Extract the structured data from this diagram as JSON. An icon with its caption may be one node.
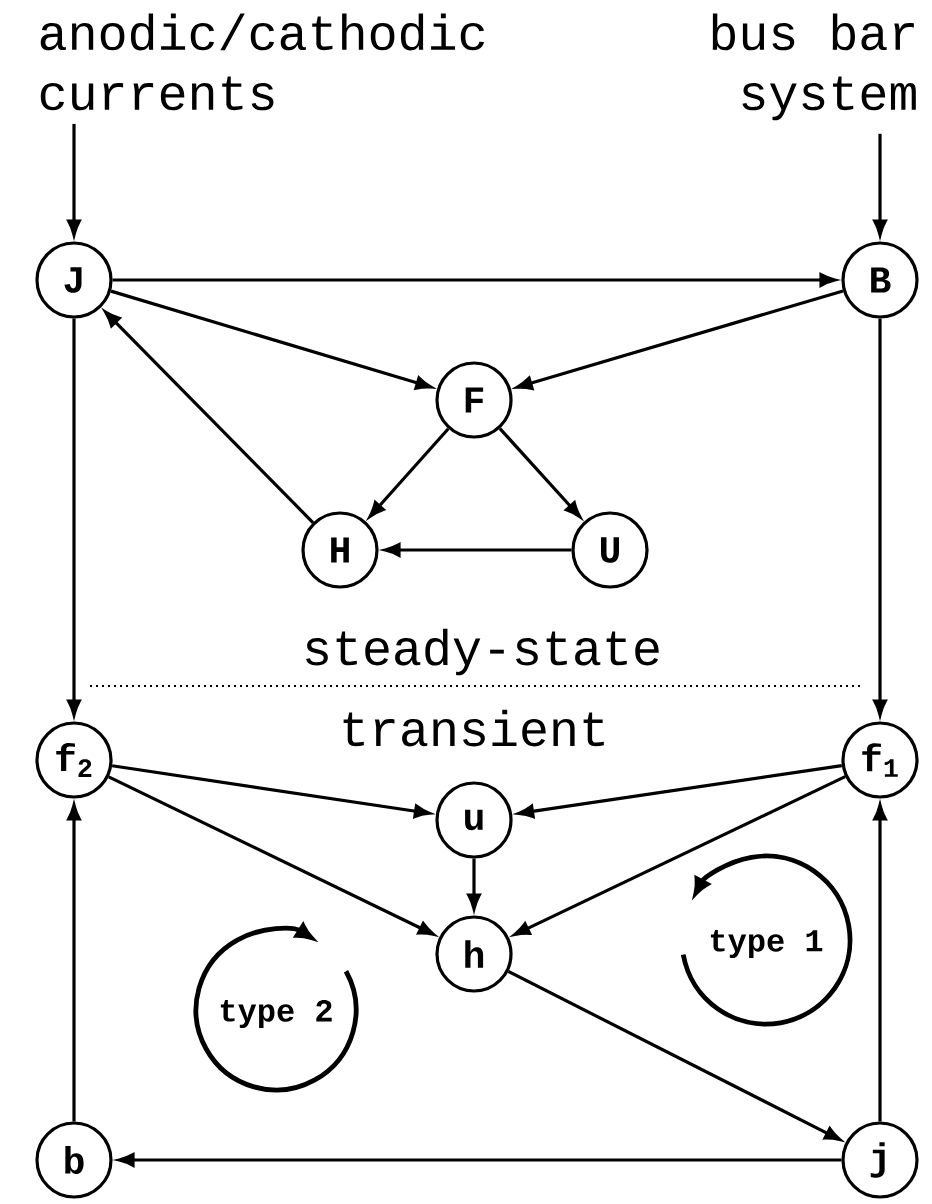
{
  "diagram": {
    "nodes": [
      {
        "text": [
          "anodic/cathodic currents"
        ]
      },
      {
        "text": [
          "bus bar system"
        ]
      },
      {
        "text": [
          "J"
        ]
      },
      {
        "text": [
          "B"
        ]
      },
      {
        "text": [
          "F"
        ]
      },
      {
        "text": [
          "H"
        ]
      },
      {
        "text": [
          "U"
        ]
      },
      {
        "text": [
          "f$_{2}$"
        ]
      },
      {
        "text": [
          "f$_{1}$"
        ]
      },
      {
        "text": [
          "u"
        ]
      },
      {
        "text": [
          "h"
        ]
      },
      {
        "text": [
          "b"
        ]
      },
      {
        "text": [
          "j"
        ]
      }
    ],
    "edges": [
      {
        "from": 0,
        "to": 2,
        "arrow": "to"
      },
      {
        "from": 1,
        "to": 3,
        "arrow": "to"
      },
      {
        "from": 2,
        "to": 3,
        "arrow": "to"
      },
      {
        "from": 2,
        "to": 4,
        "arrow": "to"
      },
      {
        "from": 3,
        "to": 4,
        "arrow": "to"
      },
      {
        "from": 4,
        "to": 5,
        "arrow": "to"
      },
      {
        "from": 4,
        "to": 6,
        "arrow": "to"
      },
      {
        "from": 6,
        "to": 5,
        "arrow": "to"
      },
      {
        "from": 5,
        "to": 2,
        "arrow": "to"
      },
      {
        "from": 2,
        "to": 7,
        "arrow": "to"
      },
      {
        "from": 3,
        "to": 8,
        "arrow": "to"
      },
      {
        "from": 7,
        "to": 9,
        "arrow": "to"
      },
      {
        "from": 7,
        "to": 10,
        "arrow": "to"
      },
      {
        "from": 8,
        "to": 9,
        "arrow": "to"
      },
      {
        "from": 8,
        "to": 10,
        "arrow": "to"
      },
      {
        "from": 9,
        "to": 10,
        "arrow": "to"
      },
      {
        "from": 10,
        "to": 12,
        "arrow": "to"
      },
      {
        "from": 12,
        "to": 11,
        "arrow": "to"
      },
      {
        "from": 11,
        "to": 7,
        "arrow": "to"
      },
      {
        "from": 12,
        "to": 8,
        "arrow": "to"
      }
    ],
    "labels": [
      "steady-state",
      "transient",
      "type 1",
      "type 2"
    ]
  }
}
